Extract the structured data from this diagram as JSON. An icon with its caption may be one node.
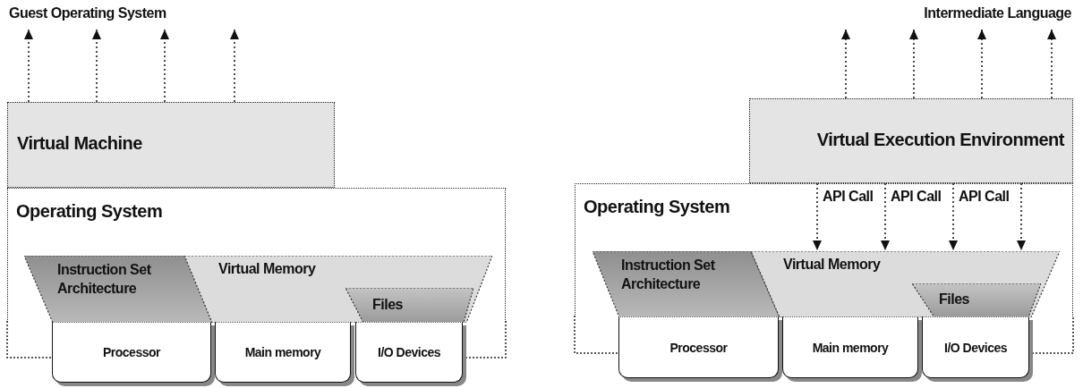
{
  "diagram": {
    "nodes": [
      {
        "text": [
          "Guest Operating System"
        ]
      },
      {
        "text": [
          "Virtual Machine"
        ]
      },
      {
        "text": [
          "Operating System"
        ]
      },
      {
        "text": [
          "Instruction Set Architecture"
        ],
        "in": 2
      },
      {
        "text": [
          "Virtual Memory"
        ],
        "in": 2
      },
      {
        "text": [
          "Files"
        ],
        "in": 4
      },
      {
        "text": [
          "Processor"
        ]
      },
      {
        "text": [
          "Main memory"
        ]
      },
      {
        "text": [
          "I/O Devices"
        ]
      },
      {
        "text": [
          "Intermediate Language"
        ]
      },
      {
        "text": [
          "Virtual Execution Environment"
        ]
      },
      {
        "text": [
          "Operating System"
        ]
      },
      {
        "text": [
          "Instruction Set Architecture"
        ],
        "in": 11
      },
      {
        "text": [
          "Virtual Memory"
        ],
        "in": 11
      },
      {
        "text": [
          "Files"
        ],
        "in": 13
      },
      {
        "text": [
          "Processor"
        ]
      },
      {
        "text": [
          "Main memory"
        ]
      },
      {
        "text": [
          "I/O Devices"
        ]
      }
    ],
    "edges": [
      {
        "from": 1,
        "to": 0,
        "arrow": "to",
        "style": "dashed"
      },
      {
        "from": 1,
        "to": 0,
        "arrow": "to",
        "style": "dashed"
      },
      {
        "from": 1,
        "to": 0,
        "arrow": "to",
        "style": "dashed"
      },
      {
        "from": 1,
        "to": 0,
        "arrow": "to",
        "style": "dashed"
      },
      {
        "from": 10,
        "to": 9,
        "arrow": "to",
        "style": "dashed"
      },
      {
        "from": 10,
        "to": 9,
        "arrow": "to",
        "style": "dashed"
      },
      {
        "from": 10,
        "to": 9,
        "arrow": "to",
        "style": "dashed"
      },
      {
        "from": 10,
        "to": 9,
        "arrow": "to",
        "style": "dashed"
      },
      {
        "from": 10,
        "to": 13,
        "arrow": "to",
        "style": "dashed"
      },
      {
        "from": 10,
        "to": 13,
        "arrow": "to",
        "style": "dashed"
      },
      {
        "from": 10,
        "to": 13,
        "arrow": "to",
        "style": "dashed"
      },
      {
        "from": 10,
        "to": 13,
        "arrow": "to",
        "style": "dashed"
      }
    ],
    "labels": [
      "API Call",
      "API Call",
      "API Call"
    ]
  }
}
